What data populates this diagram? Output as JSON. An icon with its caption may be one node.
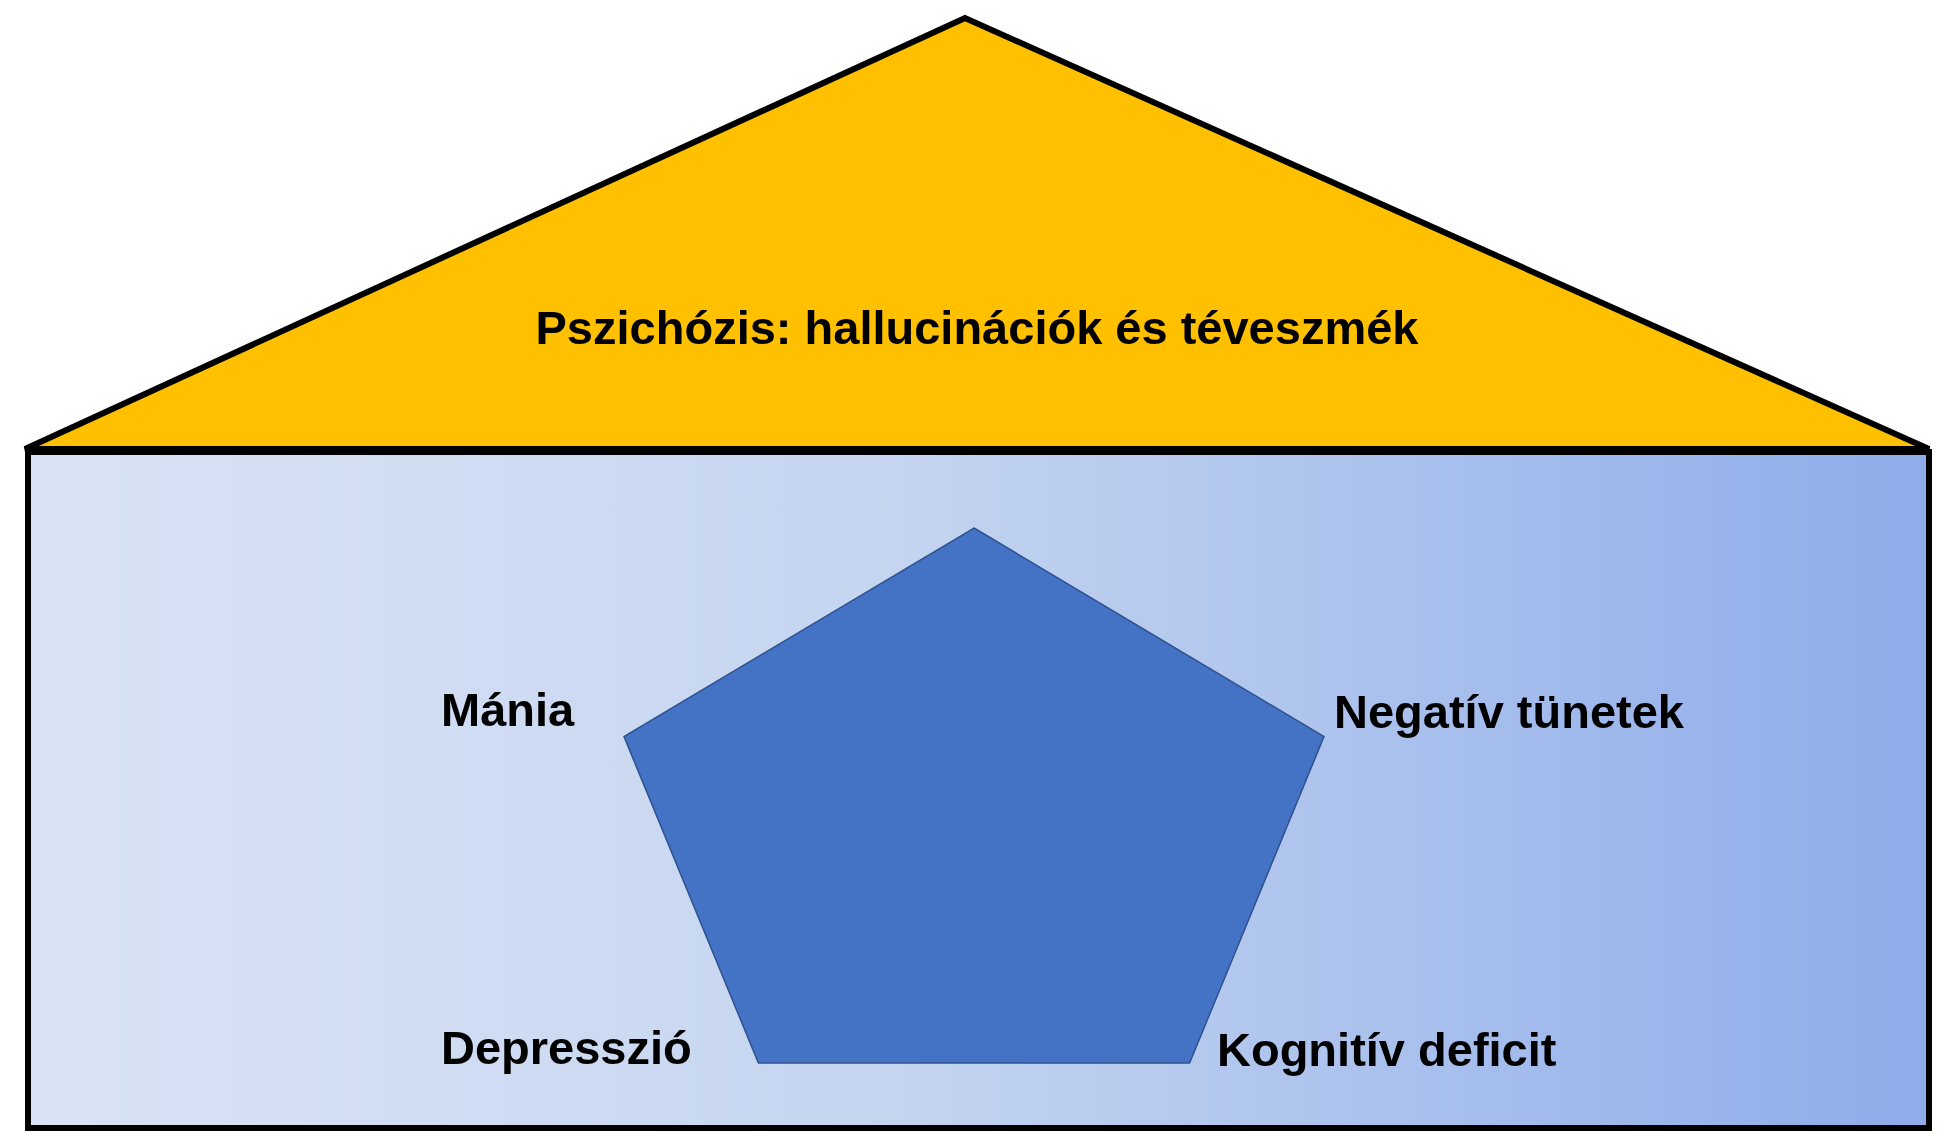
{
  "diagram": {
    "nodes": [
      {
        "text": [
          "Pszichózis: hallucinációk és téveszmék"
        ]
      },
      {
        "text": [],
        "shape": "box"
      },
      {
        "text": [],
        "shape": "pentagon",
        "in": 1
      }
    ],
    "labels": [
      "Mánia",
      "Negatív tünetek",
      "Depresszió",
      "Kognitív deficit"
    ]
  }
}
